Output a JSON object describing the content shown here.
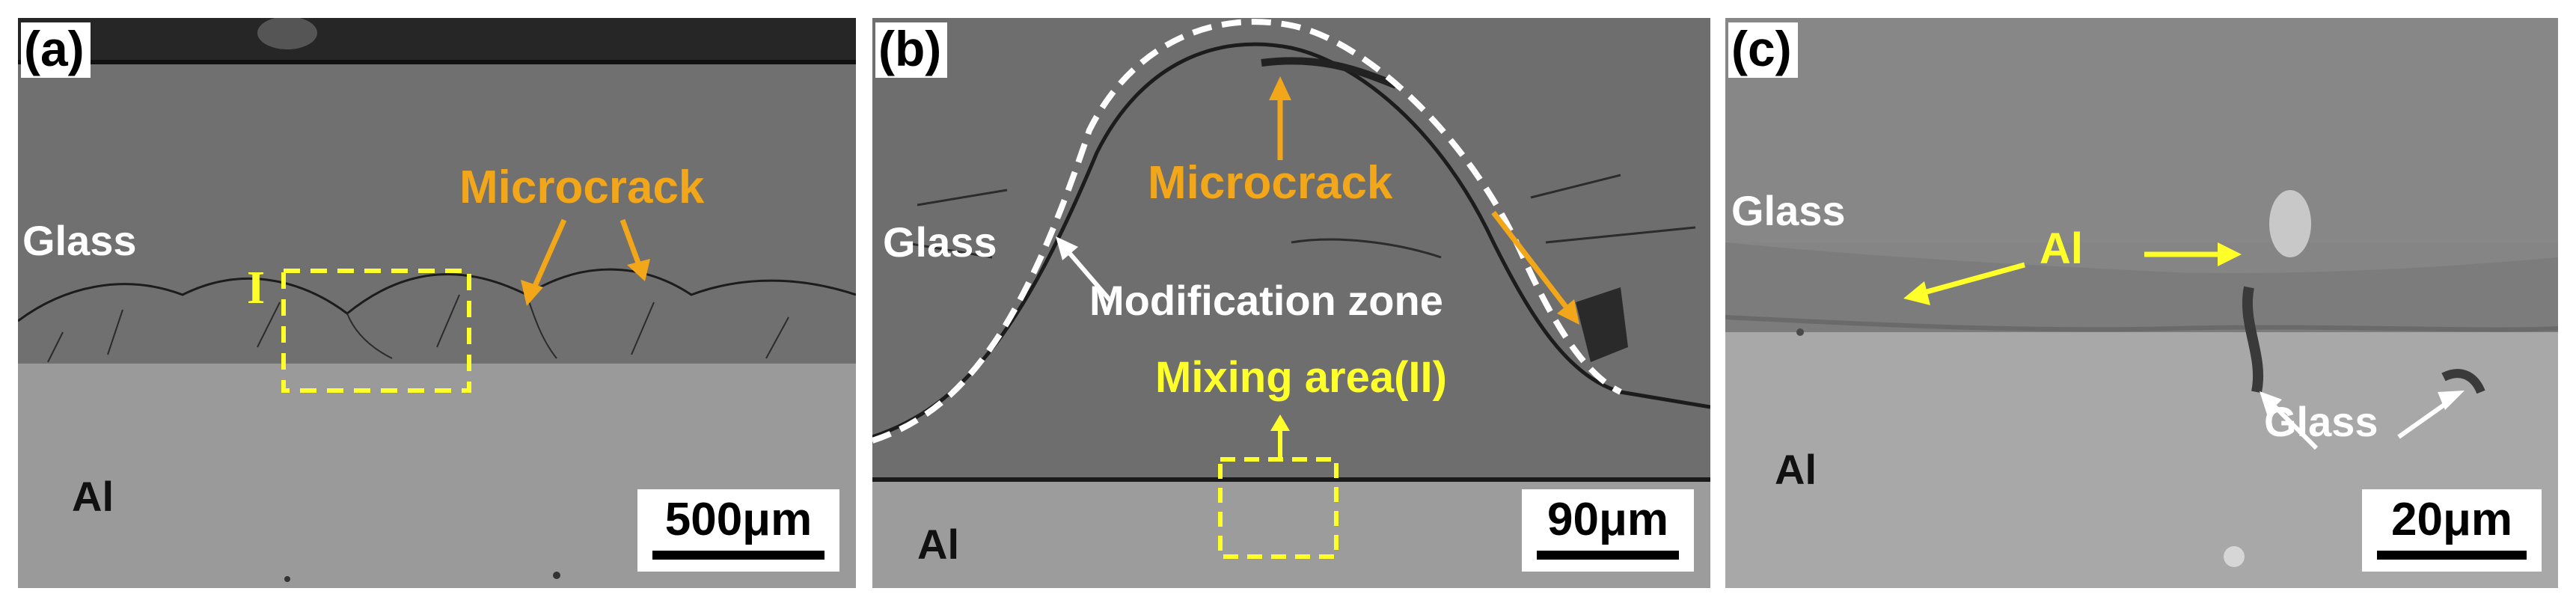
{
  "panels": {
    "a": {
      "tag": "(a)",
      "glass": "Glass",
      "microcrack": "Microcrack",
      "roman": "I",
      "al": "Al",
      "scale": "500μm"
    },
    "b": {
      "tag": "(b)",
      "glass": "Glass",
      "microcrack": "Microcrack",
      "modification": "Modification zone",
      "mixing": "Mixing area(II)",
      "al": "Al",
      "scale": "90μm"
    },
    "c": {
      "tag": "(c)",
      "glass_top": "Glass",
      "al_label": "Al",
      "glass_bottom": "Glass",
      "al": "Al",
      "scale": "20μm"
    }
  },
  "colors": {
    "orange_annotation": "#f2a619",
    "yellow_annotation": "#ffff2a",
    "white_annotation": "#ffffff"
  }
}
